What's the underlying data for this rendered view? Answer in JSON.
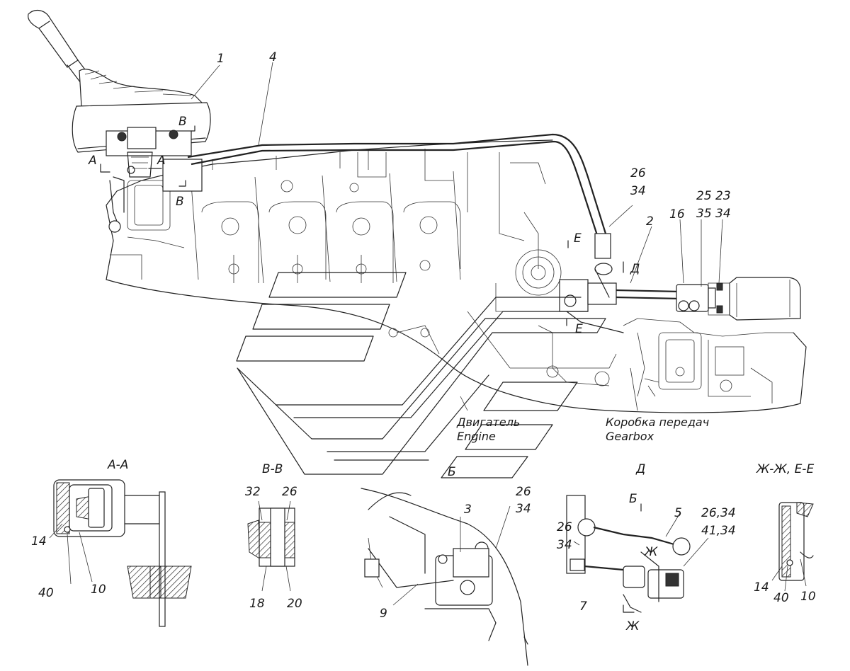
{
  "numbers": {
    "n1": "1",
    "n2": "2",
    "n3": "3",
    "n4": "4",
    "n5": "5",
    "n7": "7",
    "n9": "9",
    "n10": "10",
    "n14": "14",
    "n16": "16",
    "n18": "18",
    "n20": "20",
    "n23": "23",
    "n25": "25",
    "n26": "26",
    "n32": "32",
    "n34": "34",
    "n35": "35",
    "n40": "40",
    "n26_34": "26,34",
    "n41_34": "41,34"
  },
  "letters": {
    "A": "А",
    "B": "Б",
    "V": "В",
    "D": "Д",
    "E": "Е",
    "Zh": "Ж"
  },
  "sections": {
    "aa": "А-А",
    "vv": "В-В",
    "d": "Д",
    "zhe": "Ж-Ж, Е-Е"
  },
  "labels": {
    "engine_ru": "Двигатель",
    "engine_en": "Engine",
    "gearbox_ru": "Коробка передач",
    "gearbox_en": "Gearbox"
  }
}
